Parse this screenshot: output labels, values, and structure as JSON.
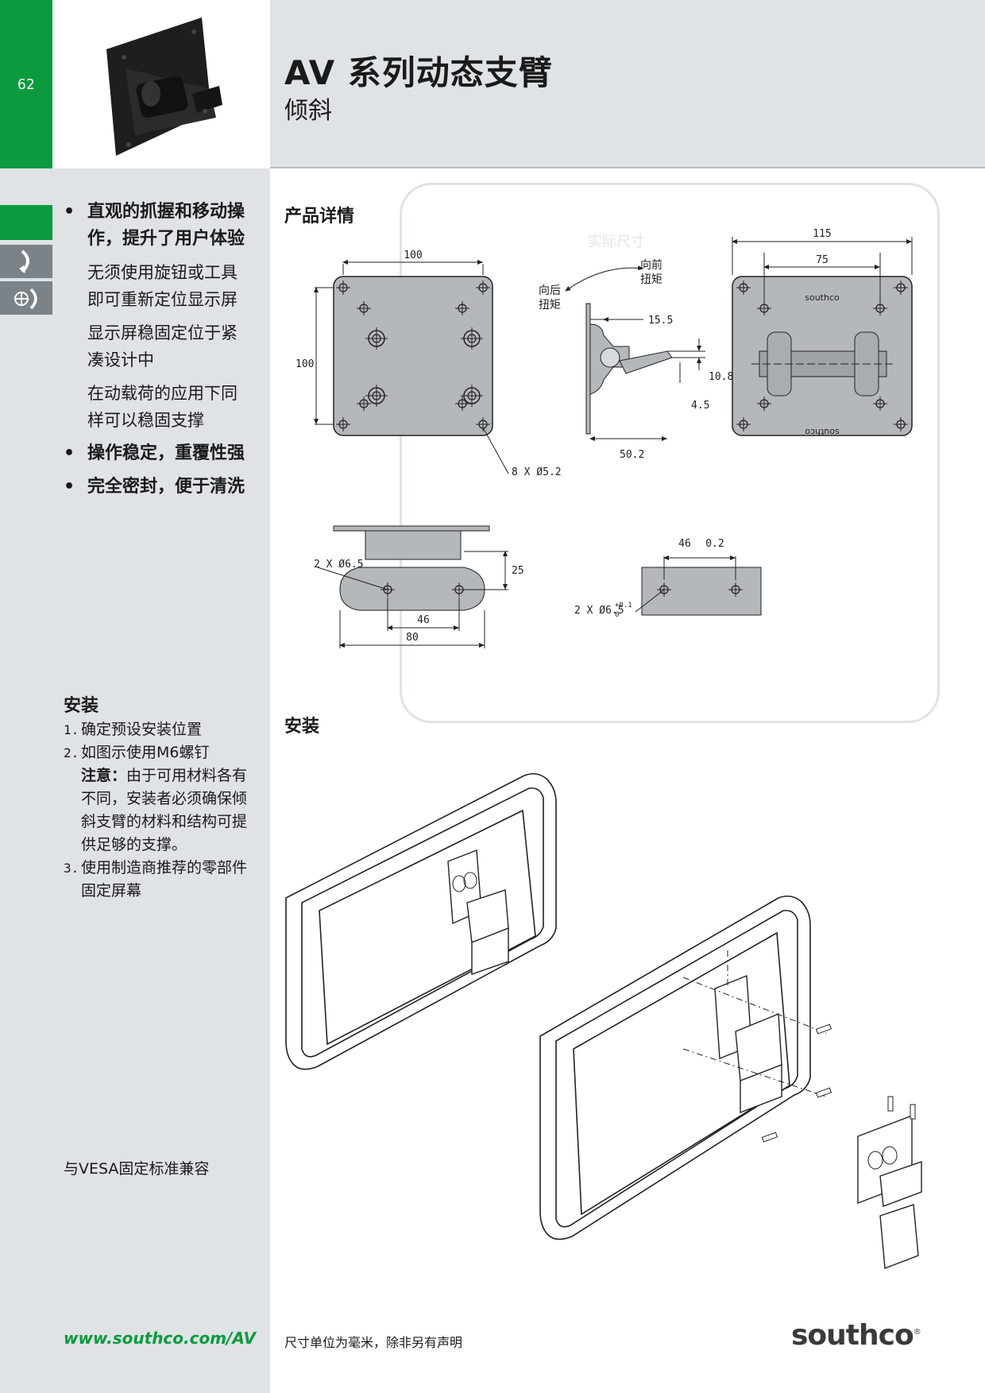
{
  "page_number": "62",
  "header": {
    "title": "AV 系列动态支臂",
    "subtitle": "倾斜"
  },
  "features": [
    {
      "main": "直观的抓握和移动操作，提升了用户体验",
      "subs": [
        "无须使用旋钮或工具即可重新定位显示屏",
        "显示屏稳固定位于紧凑设计中",
        "在动载荷的应用下同样可以稳固支撑"
      ]
    },
    {
      "main": "操作稳定，重覆性强",
      "subs": []
    },
    {
      "main": "完全密封，便于清洗",
      "subs": []
    }
  ],
  "feature_lines": {
    "f1a": "直观的抓握和移动操",
    "f1b": "作，提升了用户体验",
    "s1a": "无须使用旋钮或工具",
    "s1b": "即可重新定位显示屏",
    "s2a": "显示屏稳固定位于紧",
    "s2b": "凑设计中",
    "s3a": "在动载荷的应用下同",
    "s3b": "样可以稳固支撑"
  },
  "install": {
    "heading": "安装",
    "steps": [
      {
        "num": "1.",
        "text": "确定预设安装位置"
      },
      {
        "num": "2.",
        "text": "如图示使用M6螺钉"
      },
      {
        "num": "3.",
        "text": "使用制造商推荐的零部件固定屏幕"
      }
    ],
    "step3_lines": [
      "使用制造商推荐的零部件",
      "固定屏幕"
    ],
    "note_label": "注意：",
    "note_lines": [
      "由于可用材料各有",
      "不同，安装者必须确保倾",
      "斜支臂的材料和结构可提",
      "供足够的支撑。"
    ]
  },
  "vesa_note": "与VESA固定标准兼容",
  "product_details_heading": "产品详情",
  "install_heading_right": "安装",
  "drawing": {
    "watermark": "实际尺寸",
    "forward_torque": [
      "向前",
      "扭矩"
    ],
    "backward_torque": [
      "向后",
      "扭矩"
    ],
    "dims": {
      "plate_w": "100",
      "plate_h": "100",
      "holes": "8 X Ø5.2",
      "d15_5": "15.5",
      "d10_8": "10.8",
      "d4_5": "4.5",
      "d50_2": "50.2",
      "d115": "115",
      "d75": "75",
      "bottom_holes": "2 X Ø6.5",
      "d25": "25",
      "d46": "46",
      "d80": "80",
      "slot_46": "46",
      "slot_tol": "0.2",
      "slot_holes": "2 X Ø6.5",
      "slot_tol_up": "+0.1",
      "slot_tol_down": "0"
    },
    "brand_mark": "southco"
  },
  "footer": {
    "website": "www.southco.com/AV",
    "units_note": "尺寸单位为毫米，除非另有声明",
    "logo": "southco",
    "logo_mark": "®"
  },
  "colors": {
    "green": "#0c9a3f",
    "panel_gray": "#dfe3e6",
    "tab_gray": "#7b8288"
  }
}
